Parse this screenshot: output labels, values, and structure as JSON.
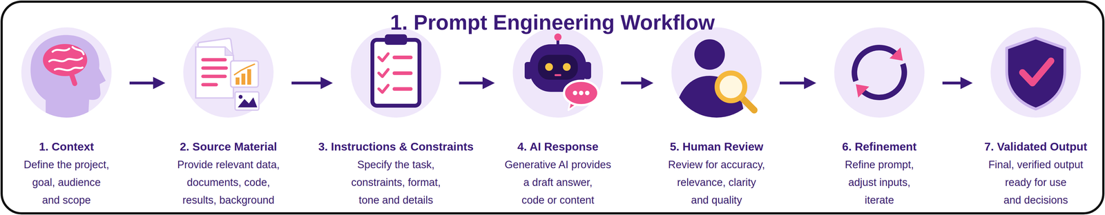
{
  "diagram": {
    "title": "1. Prompt Engineering Workflow",
    "nodes": [
      {
        "text": [
          "1. Context",
          "Define the project, goal, audience and scope"
        ]
      },
      {
        "text": [
          "2. Source Material",
          "Provide relevant data, documents, code, results, background"
        ]
      },
      {
        "text": [
          "3. Instructions & Constraints",
          "Specify the task, constraints, format, tone and details"
        ]
      },
      {
        "text": [
          "4. AI Response",
          "Generative AI provides a draft answer, code or content"
        ]
      },
      {
        "text": [
          "5. Human Review",
          "Review for accuracy, relevance, clarity and quality"
        ]
      },
      {
        "text": [
          "6. Refinement",
          "Refine prompt, adjust inputs, iterate"
        ]
      },
      {
        "text": [
          "7. Validated Output",
          "Final, verified output ready for use and decisions"
        ]
      }
    ],
    "edges": [
      {
        "from": 0,
        "to": 1,
        "arrow": "to"
      },
      {
        "from": 1,
        "to": 2,
        "arrow": "to"
      },
      {
        "from": 2,
        "to": 3,
        "arrow": "to"
      },
      {
        "from": 3,
        "to": 4,
        "arrow": "to"
      },
      {
        "from": 4,
        "to": 5,
        "arrow": "to"
      },
      {
        "from": 5,
        "to": 6,
        "arrow": "to"
      }
    ]
  }
}
